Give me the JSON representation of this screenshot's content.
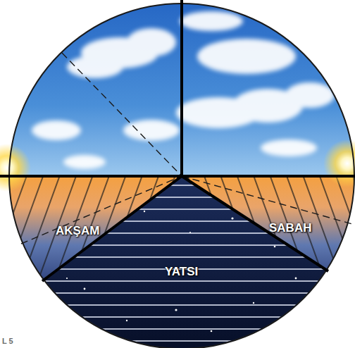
{
  "diagram": {
    "nodes": [
      {
        "text": [
          "AKŞAM"
        ]
      },
      {
        "text": [
          "SABAH"
        ]
      },
      {
        "text": [
          "YATSI"
        ]
      }
    ],
    "labels": [
      "L 5"
    ]
  }
}
